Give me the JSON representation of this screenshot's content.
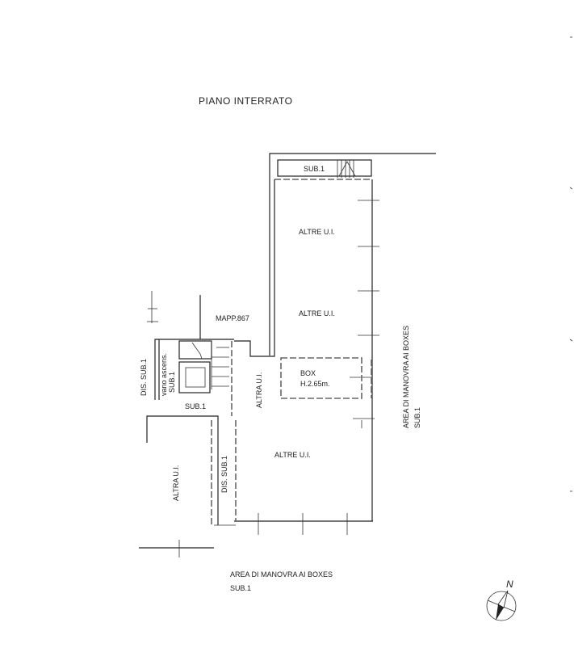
{
  "title": "PIANO  INTERRATO",
  "labels": {
    "sub1_top": "SUB.1",
    "altre_ui_1": "ALTRE U.I.",
    "altre_ui_2": "ALTRE U.I.",
    "altre_ui_3": "ALTRE U.I.",
    "mapp": "MAPP.867",
    "box": "BOX",
    "box_height": "H.2.65m.",
    "altra_ui_center": "ALTRA U.I.",
    "altra_ui_left": "ALTRA U.I.",
    "dis_sub1_left": "DIS.  SUB.1",
    "vano_ascens": "vano ascens.",
    "vano_sub1": "SUB.1",
    "sub1_landing": "SUB.1",
    "dis_sub1_corridor": "DIS.  SUB.1",
    "area_manovra_right": "AREA DI MANOVRA AI BOXES",
    "area_manovra_right_sub": "SUB.1",
    "area_manovra_bottom": "AREA DI MANOVRA AI BOXES",
    "area_manovra_bottom_sub": "SUB.1"
  },
  "compass": {
    "north_label": "N"
  }
}
